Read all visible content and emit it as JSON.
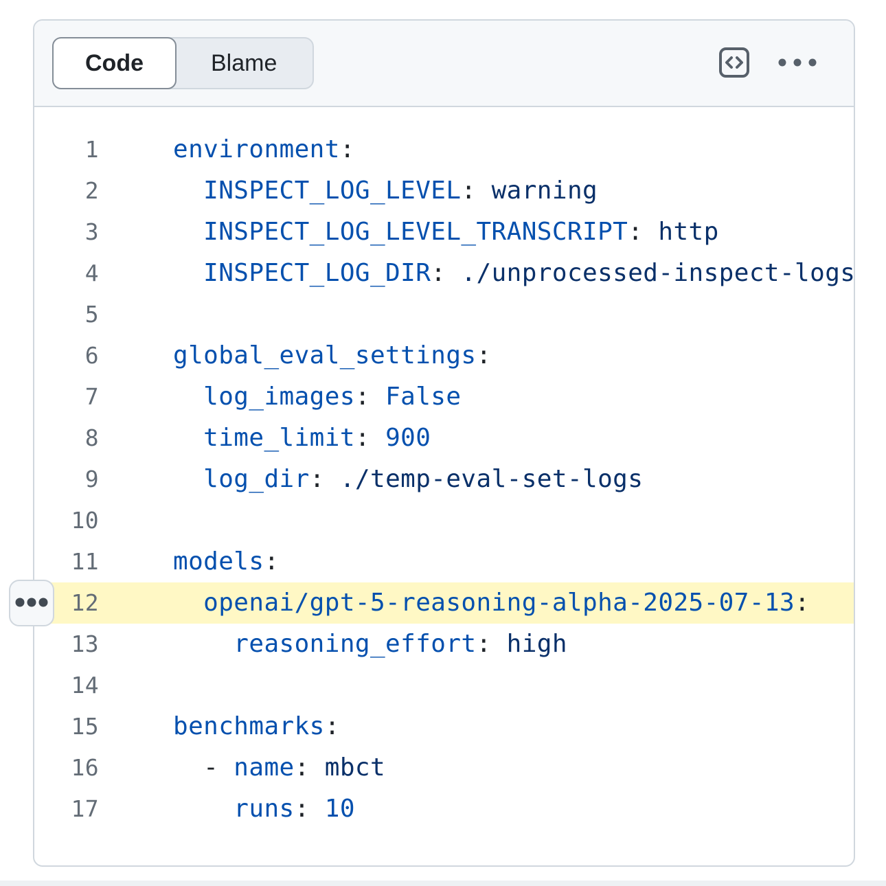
{
  "header": {
    "tabs": [
      {
        "label": "Code",
        "active": true
      },
      {
        "label": "Blame",
        "active": false
      }
    ],
    "actions": [
      {
        "name": "symbols",
        "icon": "code-square-icon"
      },
      {
        "name": "more-options",
        "icon": "kebab-horizontal-icon"
      }
    ]
  },
  "line_menu": {
    "icon": "ellipsis-icon"
  },
  "code": {
    "language": "yaml",
    "highlighted_line": 12,
    "lines": [
      {
        "n": 1,
        "segs": [
          [
            "key",
            "environment"
          ],
          [
            "plain",
            ":"
          ]
        ]
      },
      {
        "n": 2,
        "segs": [
          [
            "plain",
            "  "
          ],
          [
            "key",
            "INSPECT_LOG_LEVEL"
          ],
          [
            "plain",
            ": "
          ],
          [
            "str",
            "warning"
          ]
        ]
      },
      {
        "n": 3,
        "segs": [
          [
            "plain",
            "  "
          ],
          [
            "key",
            "INSPECT_LOG_LEVEL_TRANSCRIPT"
          ],
          [
            "plain",
            ": "
          ],
          [
            "str",
            "http"
          ]
        ]
      },
      {
        "n": 4,
        "segs": [
          [
            "plain",
            "  "
          ],
          [
            "key",
            "INSPECT_LOG_DIR"
          ],
          [
            "plain",
            ": "
          ],
          [
            "str",
            "./unprocessed-inspect-logs"
          ]
        ]
      },
      {
        "n": 5,
        "segs": []
      },
      {
        "n": 6,
        "segs": [
          [
            "key",
            "global_eval_settings"
          ],
          [
            "plain",
            ":"
          ]
        ]
      },
      {
        "n": 7,
        "segs": [
          [
            "plain",
            "  "
          ],
          [
            "key",
            "log_images"
          ],
          [
            "plain",
            ": "
          ],
          [
            "num",
            "False"
          ]
        ]
      },
      {
        "n": 8,
        "segs": [
          [
            "plain",
            "  "
          ],
          [
            "key",
            "time_limit"
          ],
          [
            "plain",
            ": "
          ],
          [
            "num",
            "900"
          ]
        ]
      },
      {
        "n": 9,
        "segs": [
          [
            "plain",
            "  "
          ],
          [
            "key",
            "log_dir"
          ],
          [
            "plain",
            ": "
          ],
          [
            "str",
            "./temp-eval-set-logs"
          ]
        ]
      },
      {
        "n": 10,
        "segs": []
      },
      {
        "n": 11,
        "segs": [
          [
            "key",
            "models"
          ],
          [
            "plain",
            ":"
          ]
        ]
      },
      {
        "n": 12,
        "segs": [
          [
            "plain",
            "  "
          ],
          [
            "key",
            "openai/gpt-5-reasoning-alpha-2025-07-13"
          ],
          [
            "plain",
            ":"
          ]
        ]
      },
      {
        "n": 13,
        "segs": [
          [
            "plain",
            "    "
          ],
          [
            "key",
            "reasoning_effort"
          ],
          [
            "plain",
            ": "
          ],
          [
            "str",
            "high"
          ]
        ]
      },
      {
        "n": 14,
        "segs": []
      },
      {
        "n": 15,
        "segs": [
          [
            "key",
            "benchmarks"
          ],
          [
            "plain",
            ":"
          ]
        ]
      },
      {
        "n": 16,
        "segs": [
          [
            "plain",
            "  - "
          ],
          [
            "key",
            "name"
          ],
          [
            "plain",
            ": "
          ],
          [
            "str",
            "mbct"
          ]
        ]
      },
      {
        "n": 17,
        "segs": [
          [
            "plain",
            "    "
          ],
          [
            "key",
            "runs"
          ],
          [
            "plain",
            ": "
          ],
          [
            "num",
            "10"
          ]
        ]
      }
    ]
  },
  "colors": {
    "key": "#0550ae",
    "string": "#0a3069",
    "constant": "#0550ae",
    "plain": "#1f2328",
    "line_number": "#636c76",
    "highlight_bg": "#fff8c5",
    "header_bg": "#f6f8fa",
    "border": "#d0d7de",
    "icon": "#57606a"
  }
}
